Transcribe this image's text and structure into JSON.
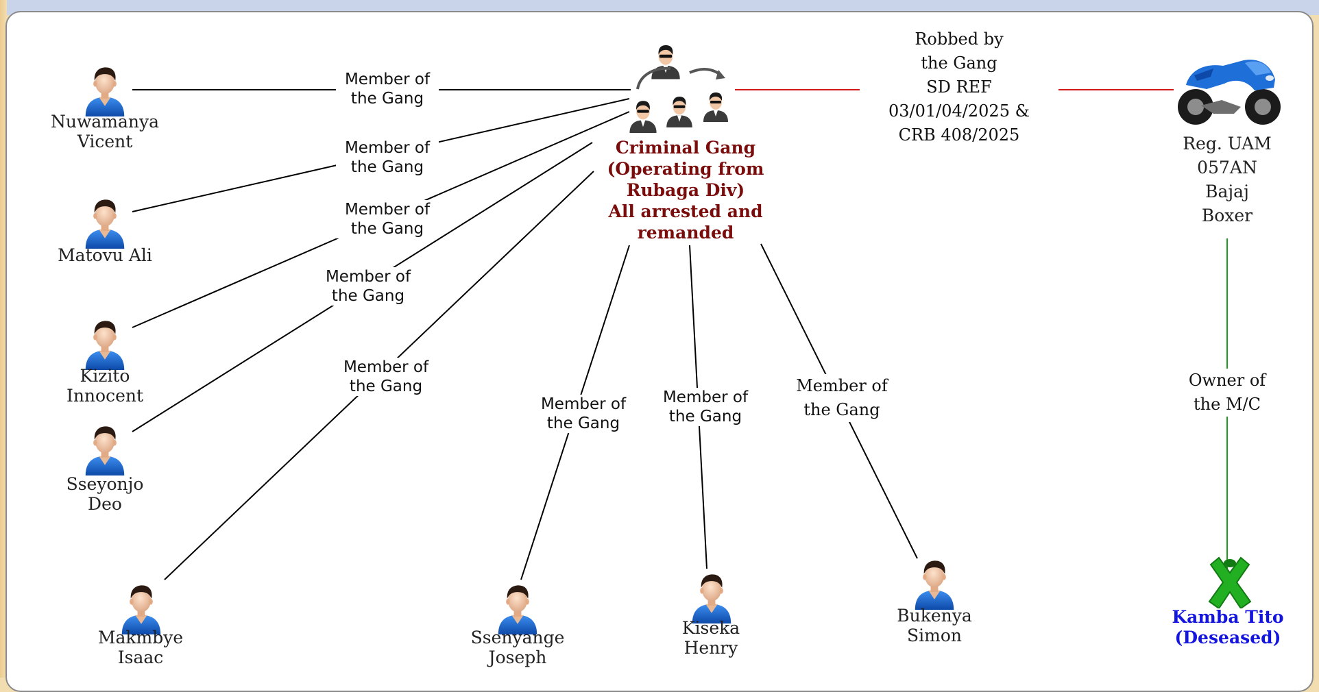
{
  "gang": {
    "line1": "Criminal Gang",
    "line2": "(Operating from",
    "line3": "Rubaga Div)",
    "line4": "All arrested and",
    "line5": "remanded"
  },
  "members": [
    {
      "first": "Nuwamanya",
      "last": "Vicent"
    },
    {
      "first": "Matovu Ali",
      "last": ""
    },
    {
      "first": "Kizito",
      "last": "Innocent"
    },
    {
      "first": "Sseyonjo",
      "last": "Deo"
    },
    {
      "first": "Makmbye",
      "last": "Isaac"
    },
    {
      "first": "Ssenyange",
      "last": "Joseph"
    },
    {
      "first": "Kiseka",
      "last": "Henry"
    },
    {
      "first": "Bukenya",
      "last": "Simon"
    }
  ],
  "member_link": {
    "line1": "Member of",
    "line2": "the Gang"
  },
  "robbery_link": {
    "line1": "Robbed by",
    "line2": "the Gang",
    "line3": "SD REF",
    "line4": "03/01/04/2025 &",
    "line5": "CRB 408/2025"
  },
  "motorcycle": {
    "line1": "Reg. UAM",
    "line2": "057AN",
    "line3": "Bajaj",
    "line4": "Boxer"
  },
  "owner_link": {
    "line1": "Owner of",
    "line2": "the M/C"
  },
  "victim": {
    "line1": "Kamba Tito",
    "line2": "(Deseased)"
  },
  "colors": {
    "member_line": "#000000",
    "robbery_line": "#d21a1a",
    "owner_line": "#1f9a1f",
    "gang_label": "#7a0c0c",
    "victim_label": "#1515e0",
    "shirt": "#1f6fd8",
    "skin": "#f3c7a3",
    "hair": "#2a1a12",
    "bike": "#1f6fd8",
    "deceased_mark": "#22b022"
  },
  "icons": {
    "member": "person-icon",
    "gang": "group-icon",
    "motorcycle": "motorcycle-icon",
    "deceased": "deceased-cross-icon"
  }
}
